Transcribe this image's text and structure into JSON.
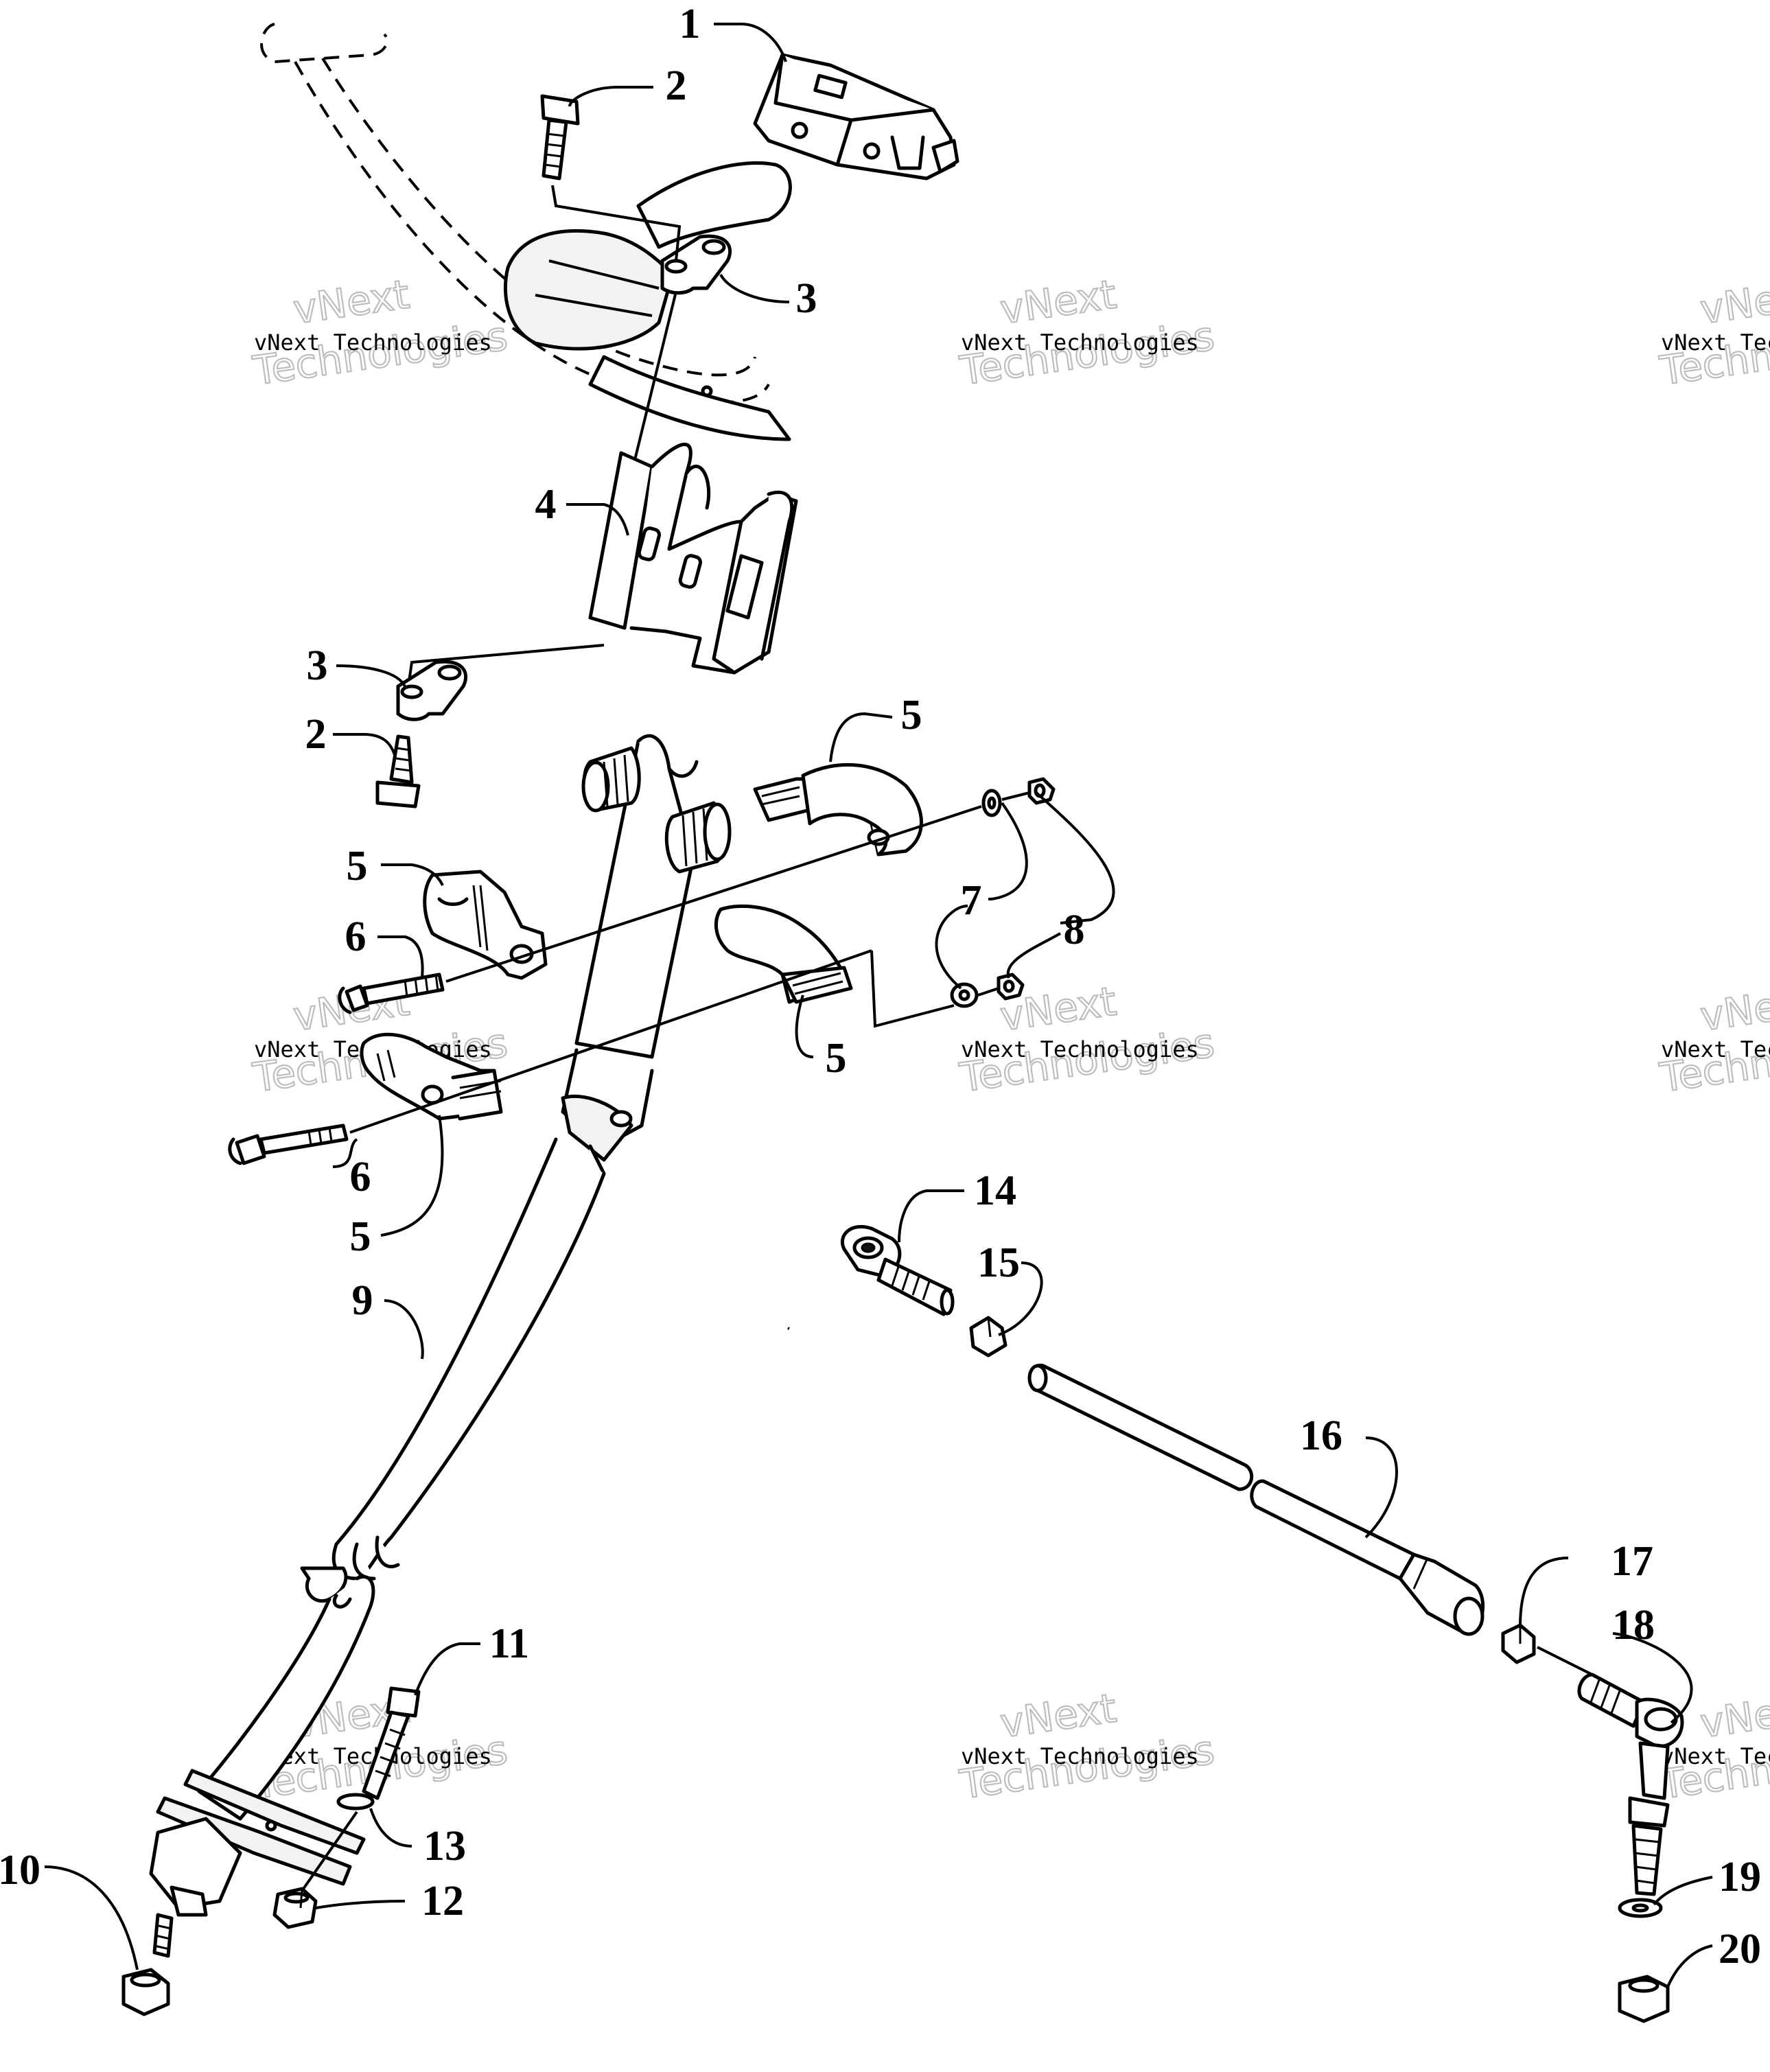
{
  "callouts": [
    "1",
    "2",
    "3",
    "4",
    "3",
    "2",
    "5",
    "5",
    "6",
    "7",
    "8",
    "5",
    "6",
    "5",
    "9",
    "14",
    "15",
    "16",
    "17",
    "18",
    "11",
    "13",
    "10",
    "12",
    "19",
    "20"
  ],
  "watermark": {
    "line1": "vNext Technologies",
    "line2": "Technologies",
    "overlay": "vNext"
  }
}
